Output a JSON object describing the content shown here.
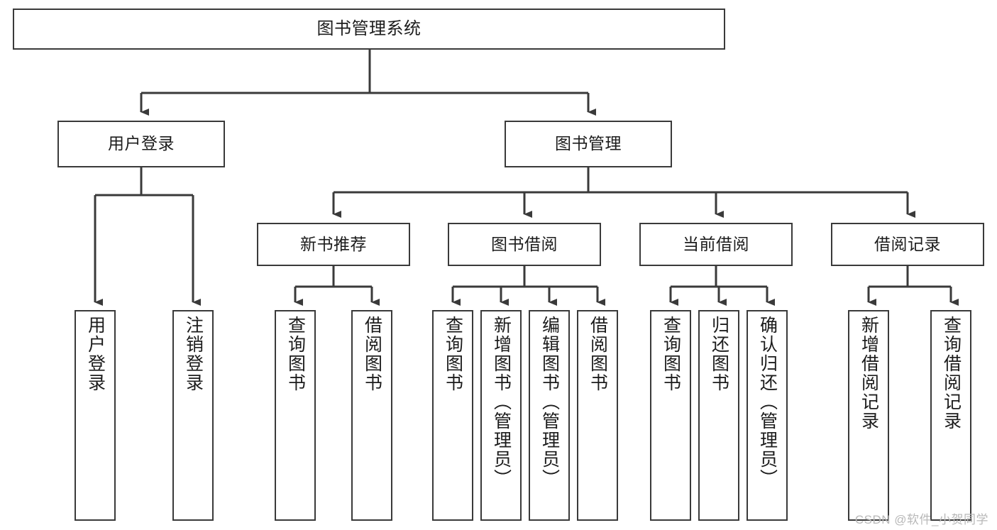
{
  "diagram": {
    "title": "图书管理系统",
    "type": "tree-hierarchy-chart",
    "watermark": "CSDN @软件_小贺同学",
    "colors": {
      "node_border": "#3a3a3a",
      "node_fill": "#ffffff",
      "connector": "#3a3a3a",
      "text": "#1c1c1c",
      "watermark": "#b8b8b8",
      "background": "#ffffff"
    },
    "levels": {
      "root": {
        "id": "root",
        "label": "图书管理系统",
        "orientation": "horizontal"
      },
      "level2": [
        {
          "id": "user-login",
          "label": "用户登录",
          "orientation": "horizontal"
        },
        {
          "id": "book-management",
          "label": "图书管理",
          "orientation": "horizontal"
        }
      ],
      "level3": [
        {
          "id": "new-book-recommend",
          "label": "新书推荐",
          "orientation": "horizontal",
          "parent": "book-management"
        },
        {
          "id": "book-borrow",
          "label": "图书借阅",
          "orientation": "horizontal",
          "parent": "book-management"
        },
        {
          "id": "current-borrow",
          "label": "当前借阅",
          "orientation": "horizontal",
          "parent": "book-management"
        },
        {
          "id": "borrow-record",
          "label": "借阅记录",
          "orientation": "horizontal",
          "parent": "book-management"
        }
      ],
      "leaves": [
        {
          "id": "leaf-user-login",
          "label": "用户登录",
          "orientation": "vertical",
          "parent": "user-login"
        },
        {
          "id": "leaf-user-logout",
          "label": "注销登录",
          "orientation": "vertical",
          "parent": "user-login"
        },
        {
          "id": "leaf-query-book-1",
          "label": "查询图书",
          "orientation": "vertical",
          "parent": "new-book-recommend"
        },
        {
          "id": "leaf-borrow-book-1",
          "label": "借阅图书",
          "orientation": "vertical",
          "parent": "new-book-recommend"
        },
        {
          "id": "leaf-query-book-2",
          "label": "查询图书",
          "orientation": "vertical",
          "parent": "book-borrow"
        },
        {
          "id": "leaf-add-book",
          "label": "新增图书（管理员）",
          "orientation": "vertical",
          "parent": "book-borrow"
        },
        {
          "id": "leaf-edit-book",
          "label": "编辑图书（管理员）",
          "orientation": "vertical",
          "parent": "book-borrow"
        },
        {
          "id": "leaf-borrow-book-2",
          "label": "借阅图书",
          "orientation": "vertical",
          "parent": "book-borrow"
        },
        {
          "id": "leaf-query-book-3",
          "label": "查询图书",
          "orientation": "vertical",
          "parent": "current-borrow"
        },
        {
          "id": "leaf-return-book",
          "label": "归还图书",
          "orientation": "vertical",
          "parent": "current-borrow"
        },
        {
          "id": "leaf-confirm-return",
          "label": "确认归还（管理员）",
          "orientation": "vertical",
          "parent": "current-borrow"
        },
        {
          "id": "leaf-add-record",
          "label": "新增借阅记录",
          "orientation": "vertical",
          "parent": "borrow-record"
        },
        {
          "id": "leaf-query-record",
          "label": "查询借阅记录",
          "orientation": "vertical",
          "parent": "borrow-record"
        }
      ]
    }
  }
}
